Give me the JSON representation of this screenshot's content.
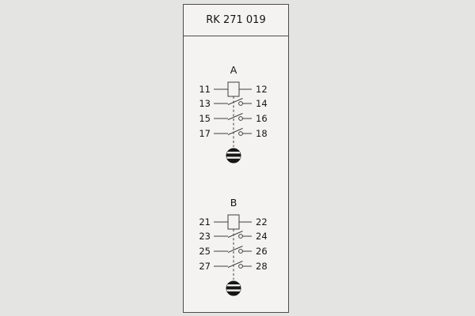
{
  "title": "RK 271 019",
  "sections": [
    {
      "label": "A",
      "indicator_icon": "striped-ball-icon",
      "rows": [
        {
          "left": "11",
          "right": "12",
          "type": "coil"
        },
        {
          "left": "13",
          "right": "14",
          "type": "contact"
        },
        {
          "left": "15",
          "right": "16",
          "type": "contact"
        },
        {
          "left": "17",
          "right": "18",
          "type": "contact"
        }
      ]
    },
    {
      "label": "B",
      "indicator_icon": "striped-ball-icon",
      "rows": [
        {
          "left": "21",
          "right": "22",
          "type": "coil"
        },
        {
          "left": "23",
          "right": "24",
          "type": "contact"
        },
        {
          "left": "25",
          "right": "26",
          "type": "contact"
        },
        {
          "left": "27",
          "right": "28",
          "type": "contact"
        }
      ]
    }
  ]
}
